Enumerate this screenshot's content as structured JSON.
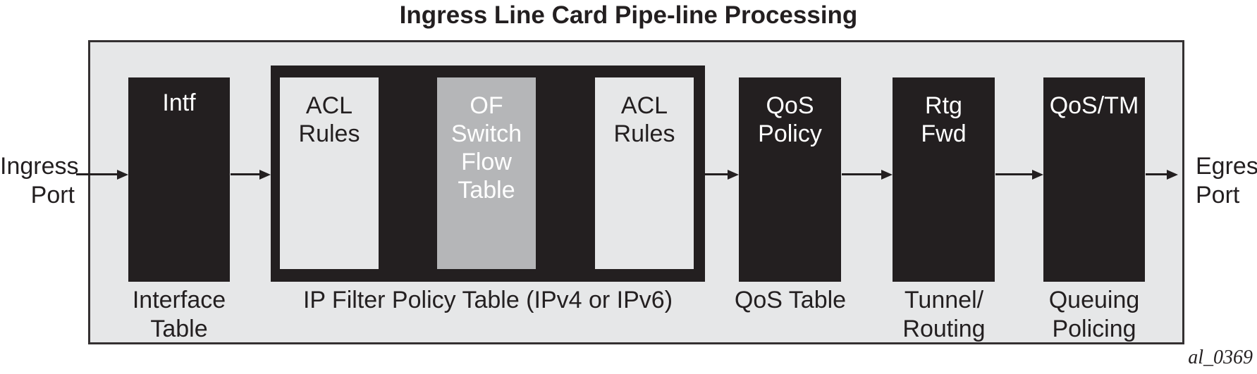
{
  "title": "Ingress Line Card Pipe-line Processing",
  "figure_id": "al_0369",
  "ports": {
    "ingress_label": "Ingress\nPort",
    "egress_label": "Egress\nPort"
  },
  "stages": [
    {
      "id": "intf",
      "label": "Intf",
      "caption": "Interface\nTable"
    },
    {
      "id": "ip-filter",
      "caption": "IP Filter Policy Table (IPv4 or IPv6)",
      "sub_blocks": [
        {
          "id": "acl-rules-1",
          "label": "ACL\nRules"
        },
        {
          "id": "of-switch-flow-table",
          "label": "OF\nSwitch\nFlow\nTable"
        },
        {
          "id": "acl-rules-2",
          "label": "ACL\nRules"
        }
      ]
    },
    {
      "id": "qos-policy",
      "label": "QoS\nPolicy",
      "caption": "QoS Table"
    },
    {
      "id": "rtg-fwd",
      "label": "Rtg\nFwd",
      "caption": "Tunnel/\nRouting"
    },
    {
      "id": "qos-tm",
      "label": "QoS/TM",
      "caption": "Queuing\nPolicing"
    }
  ],
  "colors": {
    "dark": "#231f20",
    "container_bg": "#e6e7e8",
    "sub_light": "#e6e7e8",
    "sub_mid": "#b5b6b8",
    "white": "#ffffff"
  }
}
